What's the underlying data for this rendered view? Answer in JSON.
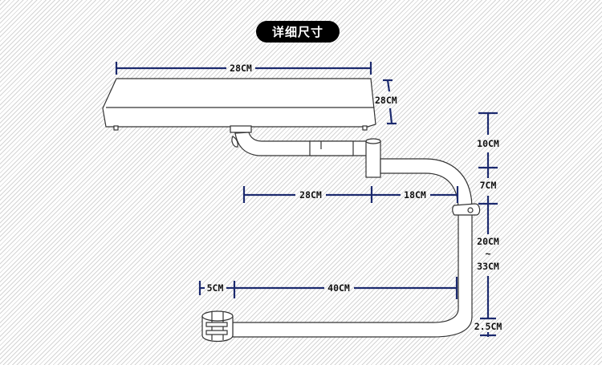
{
  "title": "详细尺寸",
  "colors": {
    "dimension_line": "#1c2a6e",
    "title_badge_bg": "#000000",
    "title_badge_text": "#ffffff",
    "outline": "#333333"
  },
  "dimensions": {
    "tray_width": "28CM",
    "tray_depth": "28CM",
    "arm_length": "28CM",
    "arm_offset": "18CM",
    "vertical_top": "10CM",
    "vertical_mid": "7CM",
    "height_min": "20CM",
    "height_sep": "~",
    "height_max": "33CM",
    "clamp_width": "5CM",
    "bottom_length": "40CM",
    "clamp_gap": "2.5CM"
  }
}
